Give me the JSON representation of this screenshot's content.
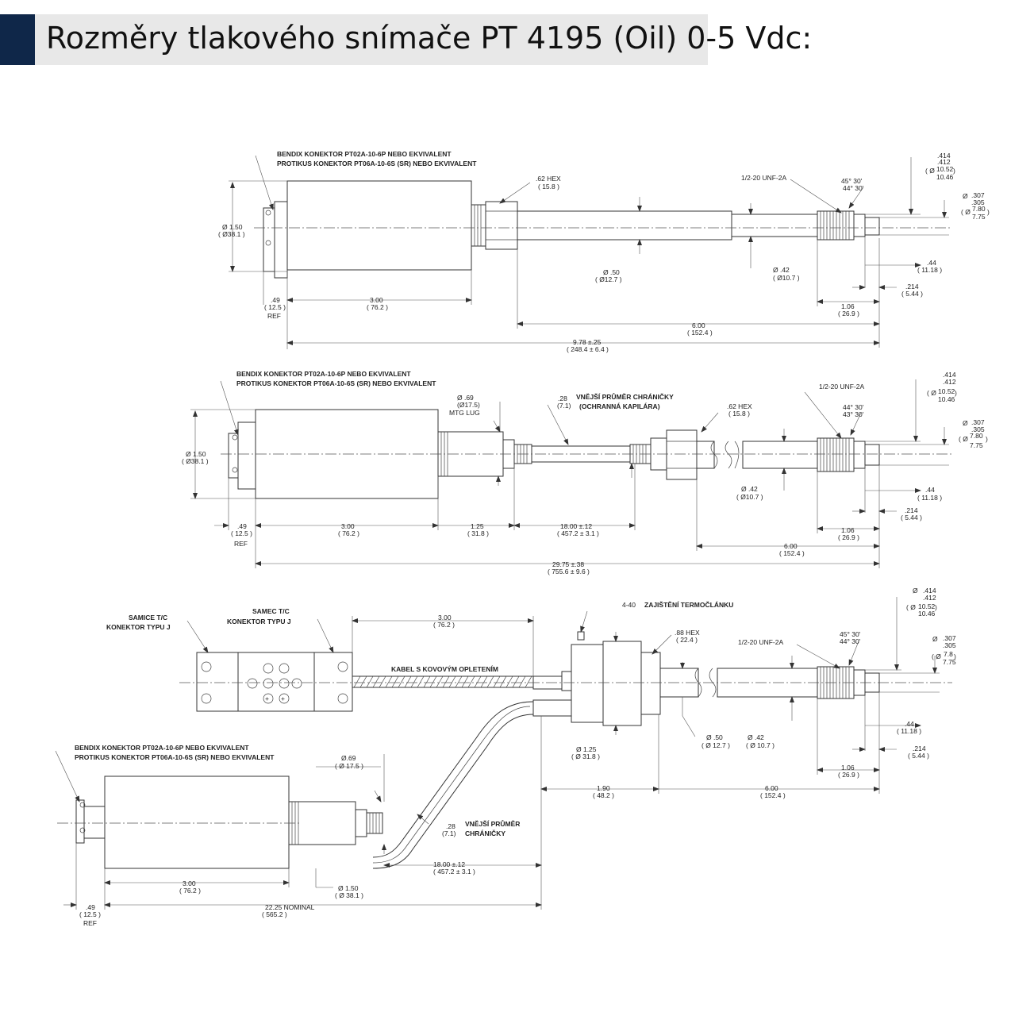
{
  "header": {
    "title": "Rozměry tlakového snímače PT 4195 (Oil) 0-5 Vdc:"
  },
  "view1": {
    "connector_line1": "BENDIX KONEKTOR PT02A-10-6P NEBO EKVIVALENT",
    "connector_line2": "PROTIKUS KONEKTOR PT06A-10-6S (SR) NEBO EKVIVALENT",
    "hex": ".62 HEX",
    "hex_mm": "( 15.8 )",
    "thread": "1/2-20 UNF-2A",
    "angle1": "45° 30'",
    "angle2": "44° 30'",
    "d414": ".414",
    "d412": ".412",
    "d414_mm1": "10.52",
    "d414_mm2": "10.46",
    "d307": ".307",
    "d305": ".305",
    "d307_mm1": "7.80",
    "d307_mm2": "7.75",
    "body_dia": "Ø 1.50",
    "body_dia_mm": "( Ø38.1 )",
    "stem_dia": "Ø .50",
    "stem_dia_mm": "( Ø12.7 )",
    "tip_dia": "Ø .42",
    "tip_dia_mm": "( Ø10.7 )",
    "l44": ".44",
    "l44_mm": "( 11.18 )",
    "l214": ".214",
    "l214_mm": "( 5.44 )",
    "l106": "1.06",
    "l106_mm": "( 26.9 )",
    "l600": "6.00",
    "l600_mm": "( 152.4 )",
    "l978": "9.78 ±.25",
    "l978_mm": "( 248.4 ± 6.4 )",
    "l300": "3.00",
    "l300_mm": "( 76.2 )",
    "l49": ".49",
    "l49_mm": "( 12.5 )",
    "ref": "REF"
  },
  "view2": {
    "connector_line1": "BENDIX KONEKTOR PT02A-10-6P NEBO EKVIVALENT",
    "connector_line2": "PROTIKUS KONEKTOR PT06A-10-6S (SR) NEBO EKVIVALENT",
    "lug": "Ø .69",
    "lug_mm": "(Ø17.5)",
    "lug_label": "MTG LUG",
    "armor": ".28",
    "armor_mm": "(7.1)",
    "armor_label1": "VNĚJŠÍ PRŮMĚR CHRÁNIČKY",
    "armor_label2": "(OCHRANNÁ KAPILÁRA)",
    "hex": ".62 HEX",
    "hex_mm": "( 15.8 )",
    "thread": "1/2-20 UNF-2A",
    "angle1": "44° 30'",
    "angle2": "43° 30'",
    "d414": ".414",
    "d412": ".412",
    "d414_mm1": "10.52",
    "d414_mm2": "10.46",
    "d307": ".307",
    "d305": ".305",
    "d307_mm1": "7.80",
    "d307_mm2": "7.75",
    "body_dia": "Ø 1.50",
    "body_dia_mm": "( Ø38.1 )",
    "tip_dia": "Ø .42",
    "tip_dia_mm": "( Ø10.7 )",
    "l44": ".44",
    "l44_mm": "( 11.18 )",
    "l214": ".214",
    "l214_mm": "( 5.44 )",
    "l106": "1.06",
    "l106_mm": "( 26.9 )",
    "l600": "6.00",
    "l600_mm": "( 152.4 )",
    "l2975": "29.75 ±.38",
    "l2975_mm": "( 755.6 ± 9.6 )",
    "l300": "3.00",
    "l300_mm": "( 76.2 )",
    "l125": "1.25",
    "l125_mm": "( 31.8 )",
    "l1800": "18.00 ±.12",
    "l1800_mm": "( 457.2 ± 3.1 )",
    "l49": ".49",
    "l49_mm": "( 12.5 )",
    "ref": "REF"
  },
  "view3": {
    "female_tc1": "SAMICE T/C",
    "female_tc2": "KONEKTOR TYPU J",
    "male_tc1": "SAMEC T/C",
    "male_tc2": "KONEKTOR TYPU J",
    "l300top": "3.00",
    "l300top_mm": "( 76.2 )",
    "screw": "4-40",
    "screw_label": "ZAJIŠTĚNÍ TERMOČLÁNKU",
    "hex": ".88 HEX",
    "hex_mm": "( 22.4 )",
    "thread": "1/2-20 UNF-2A",
    "angle1": "45° 30'",
    "angle2": "44° 30'",
    "d414": ".414",
    "d412": ".412",
    "d414_mm1": "10.52",
    "d414_mm2": "10.46",
    "d307": ".307",
    "d305": ".305",
    "d307_mm1": "7.8",
    "d307_mm2": "7.75",
    "cable": "KABEL S KOVOVÝM OPLETENÍM",
    "connector_line1": "BENDIX KONEKTOR PT02A-10-6P NEBO EKVIVALENT",
    "connector_line2": "PROTIKUS KONEKTOR PT06A-10-6S (SR) NEBO EKVIVALENT",
    "lug": "Ø.69",
    "lug_mm": "( Ø 17.5 )",
    "d125": "Ø 1.25",
    "d125_mm": "( Ø 31.8 )",
    "stem_dia": "Ø .50",
    "stem_dia_mm": "( Ø 12.7 )",
    "tip_dia": "Ø .42",
    "tip_dia_mm": "( Ø 10.7 )",
    "l44": ".44",
    "l44_mm": "( 11.18 )",
    "l214": ".214",
    "l214_mm": "( 5.44 )",
    "l106": "1.06",
    "l106_mm": "( 26.9 )",
    "l190": "1.90",
    "l190_mm": "( 48.2 )",
    "l600": "6.00",
    "l600_mm": "( 152.4 )",
    "armor": ".28",
    "armor_mm": "(7.1)",
    "armor_label1": "VNĚJŠÍ PRŮMĚR",
    "armor_label2": "CHRÁNIČKY",
    "l1800": "18.00  ±.12",
    "l1800_mm": "( 457.2 ± 3.1 )",
    "l300": "3.00",
    "l300_mm": "( 76.2 )",
    "body_dia": "Ø 1.50",
    "body_dia_mm": "( Ø 38.1 )",
    "l2225": "22.25  NOMINAL",
    "l2225_mm": "( 565.2 )",
    "l49": ".49",
    "l49_mm": "( 12.5 )",
    "ref": "REF"
  }
}
